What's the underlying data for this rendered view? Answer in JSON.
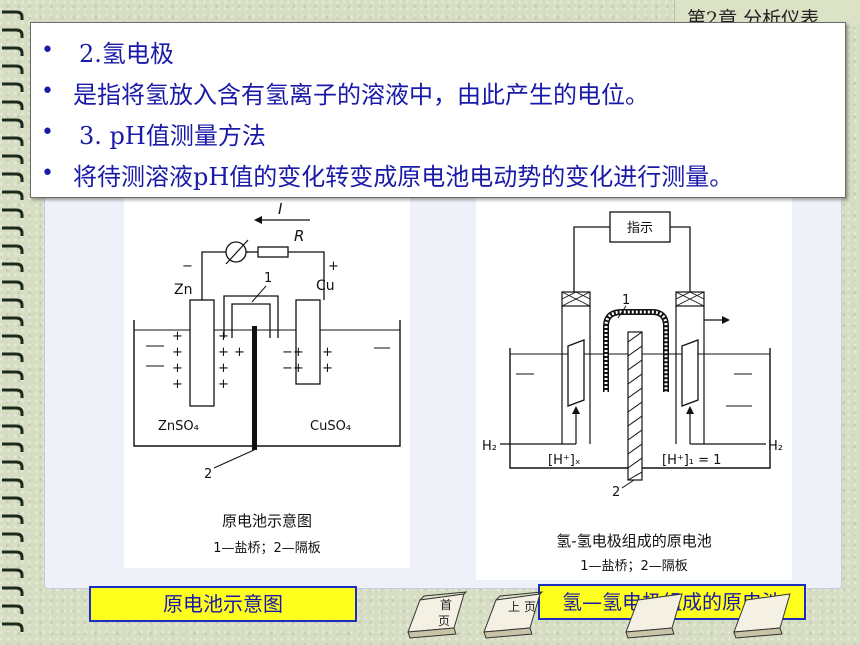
{
  "header": {
    "chapter_label": "第2章 分析仪表"
  },
  "bullets": [
    {
      "text": "2.氢电极"
    },
    {
      "text": "是指将氢放入含有氢离子的溶液中，由此产生的电位。"
    },
    {
      "text": "3. pH值测量方法"
    },
    {
      "text": "将待测溶液pH值的变化转变成原电池电动势的变化进行测量。"
    }
  ],
  "diagram_left": {
    "label_current": "I",
    "label_resistor": "R",
    "label_minus": "−",
    "label_plus": "+",
    "label_zn": "Zn",
    "label_cu": "Cu",
    "label_part1": "1",
    "label_part2": "2",
    "label_znso4": "ZnSO₄",
    "label_cuso4": "CuSO₄",
    "title": "原电池示意图",
    "legend": "1—盐桥；2—隔板"
  },
  "diagram_right": {
    "indicator": "指示",
    "label_part1": "1",
    "label_part2": "2",
    "label_h2_left": "H₂",
    "label_h2_right": "H₂",
    "label_hx": "[H⁺]ₓ",
    "label_h1": "[H⁺]₁ = 1",
    "title": "氢-氢电极组成的原电池",
    "legend": "1—盐桥；2—隔板"
  },
  "captions": {
    "left": "原电池示意图",
    "right": "氢—氢电极组成的原电池"
  },
  "nav": {
    "home_top": "首",
    "home_bottom": "页",
    "prev_top": "上",
    "prev_bottom": "页"
  }
}
